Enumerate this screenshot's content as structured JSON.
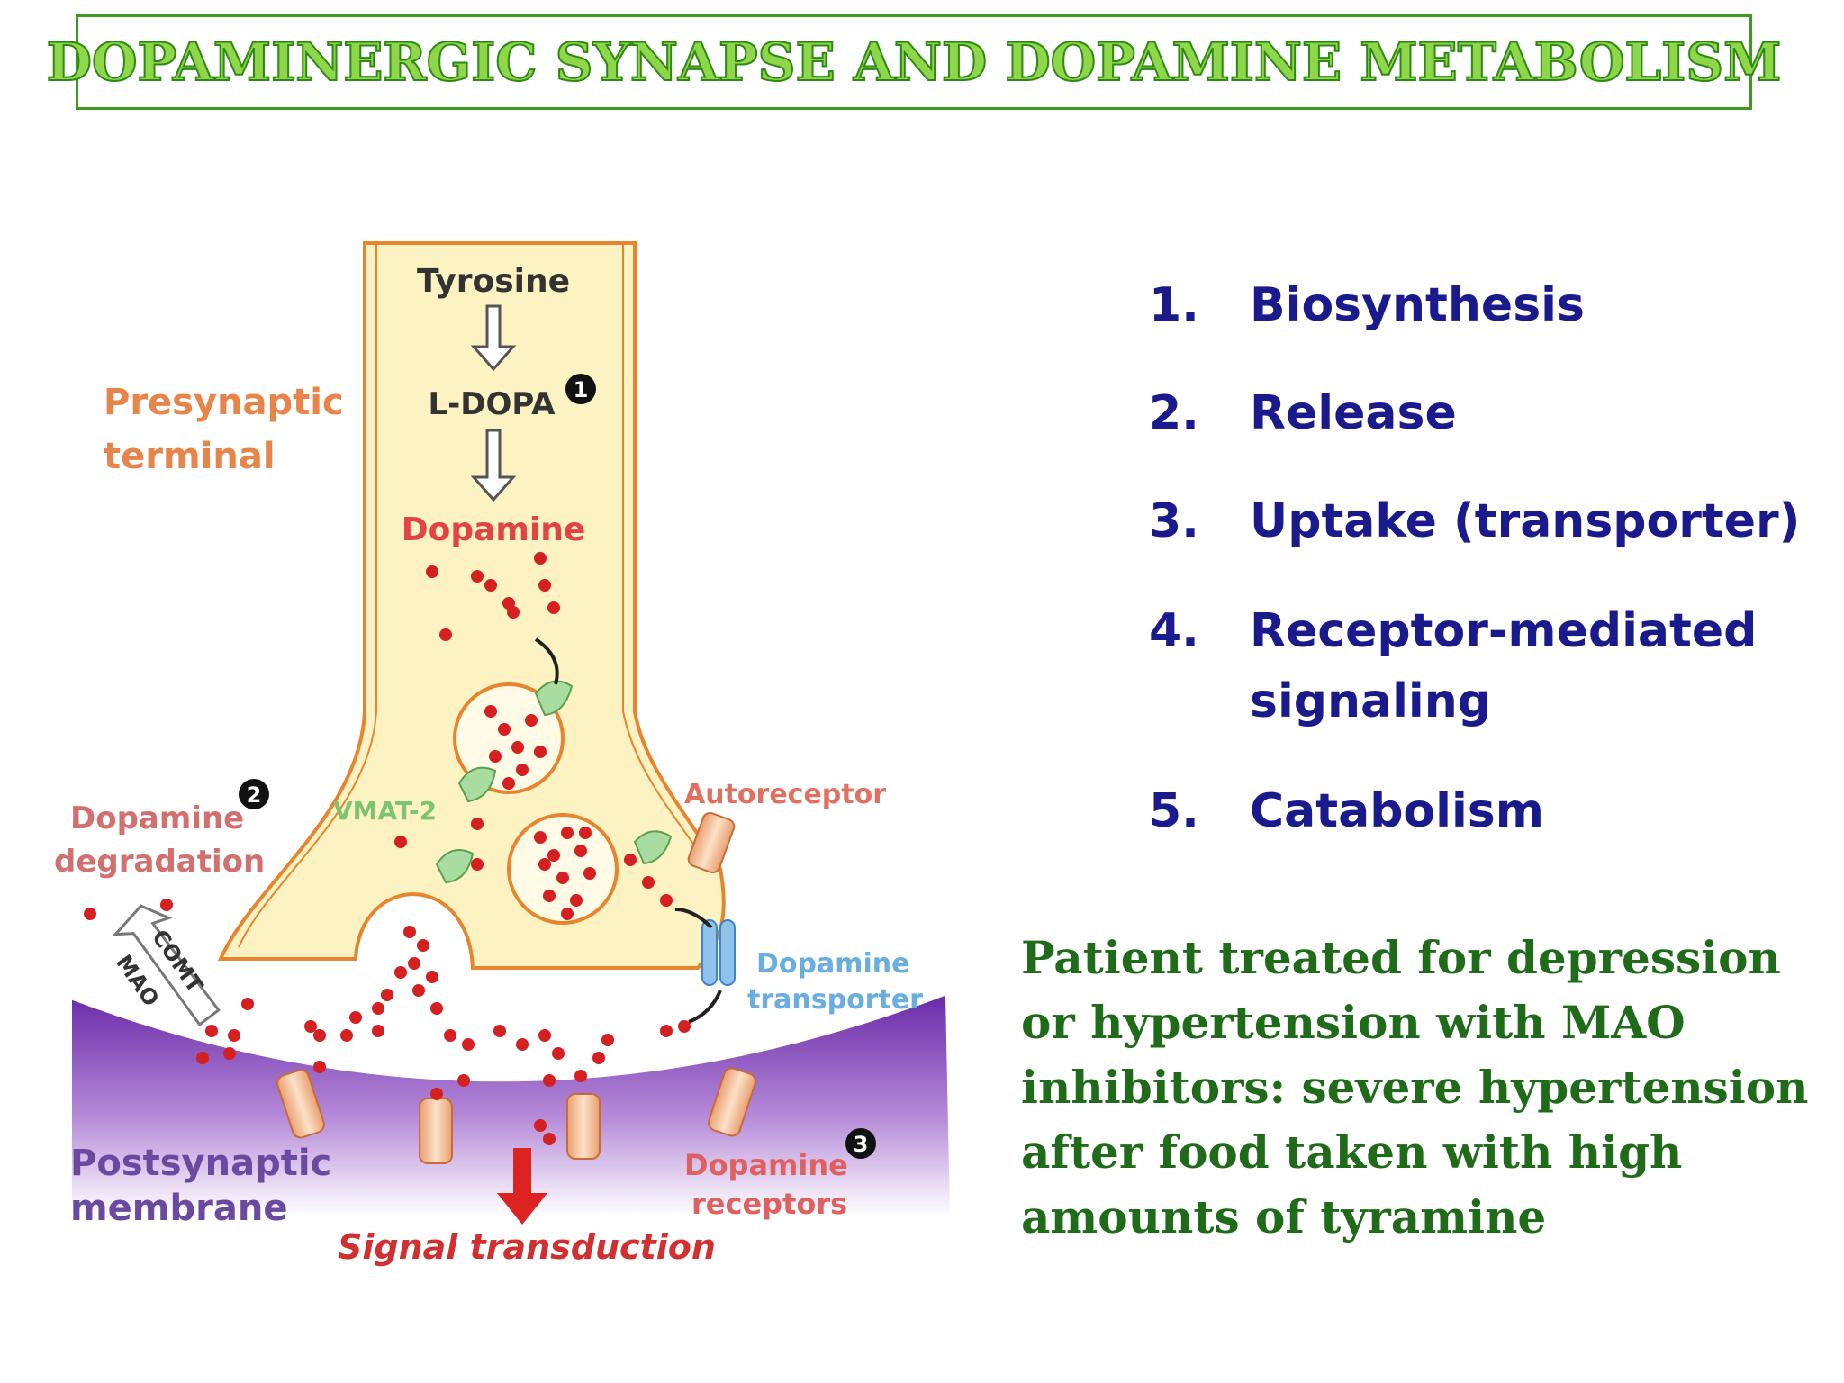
{
  "title": "DOPAMINERGIC SYNAPSE AND DOPAMINE METABOLISM",
  "diagram": {
    "tyrosine": "Tyrosine",
    "ldopa": "L-DOPA",
    "dopamine": "Dopamine",
    "presynaptic_1": "Presynaptic",
    "presynaptic_2": "terminal",
    "vmat2": "VMAT-2",
    "autoreceptor": "Autoreceptor",
    "degradation_1": "Dopamine",
    "degradation_2": "degradation",
    "comt": "COMT",
    "mao": "MAO",
    "transporter_1": "Dopamine",
    "transporter_2": "transporter",
    "postsynaptic_1": "Postsynaptic",
    "postsynaptic_2": "membrane",
    "receptors_1": "Dopamine",
    "receptors_2": "receptors",
    "signal": "Signal transduction",
    "badge_1": "1",
    "badge_2": "2",
    "badge_3": "3"
  },
  "steps": [
    {
      "num": "1.",
      "label": "Biosynthesis"
    },
    {
      "num": "2.",
      "label": "Release"
    },
    {
      "num": "3.",
      "label": "Uptake (transporter)"
    },
    {
      "num": "4.",
      "label": "Receptor-mediated"
    },
    {
      "num": "",
      "label": "signaling"
    },
    {
      "num": "5.",
      "label": "Catabolism"
    }
  ],
  "note": "Patient treated for depression or hypertension with MAO inhibitors: severe hypertension after food taken with high amounts of tyramine",
  "colors": {
    "title_fill": "#8fd64a",
    "title_stroke": "#2c8a12",
    "terminal_fill": "#fdf3c2",
    "terminal_outline": "#e8842e",
    "dot": "#d42020",
    "list_text": "#1a1a8c",
    "note_text": "#1f6b1a",
    "membrane": "#7b3fb0",
    "label_orange": "#e8844a",
    "label_red": "#cc2a2a"
  }
}
